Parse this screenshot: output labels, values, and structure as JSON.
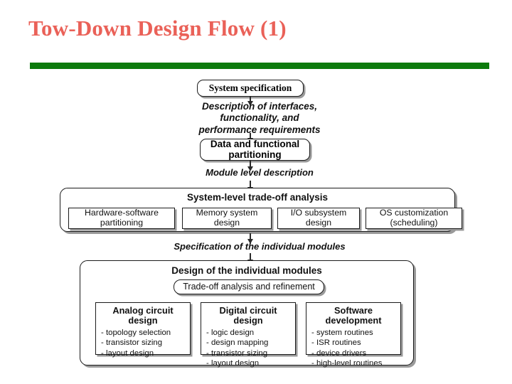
{
  "slide": {
    "title": "Tow-Down Design Flow (1)",
    "title_color": "#ea6158",
    "rule_color": "#0c7a0c",
    "background": "#ffffff"
  },
  "diagram": {
    "type": "flowchart",
    "orientation": "top-down",
    "nodes": {
      "system_specification": "System specification",
      "description_note": "Description of interfaces,\nfunctionality, and\nperformance requirements",
      "data_and_functional_partitioning": "Data and functional\npartitioning",
      "module_level_description": "Module level description",
      "system_level_trade_off": "System-level trade-off analysis",
      "specification_individual_modules": "Specification of the individual modules",
      "design_individual_modules": "Design of the individual modules",
      "trade_off_refinement": "Trade-off analysis and refinement"
    },
    "system_level_subboxes": [
      {
        "label": "Hardware-software\npartitioning"
      },
      {
        "label": "Memory system\ndesign"
      },
      {
        "label": "I/O subsystem\ndesign"
      },
      {
        "label": "OS customization\n(scheduling)"
      }
    ],
    "module_design_columns": [
      {
        "title": "Analog circuit\ndesign",
        "items": [
          "- topology selection",
          "- transistor sizing",
          "- layout design"
        ]
      },
      {
        "title": "Digital circuit\ndesign",
        "items": [
          "- logic design",
          "- design mapping",
          "- transistor sizing",
          "- layout design"
        ]
      },
      {
        "title": "Software\ndevelopment",
        "items": [
          "- system routines",
          "- ISR routines",
          "- device drivers",
          "- high-level routines"
        ]
      }
    ]
  }
}
